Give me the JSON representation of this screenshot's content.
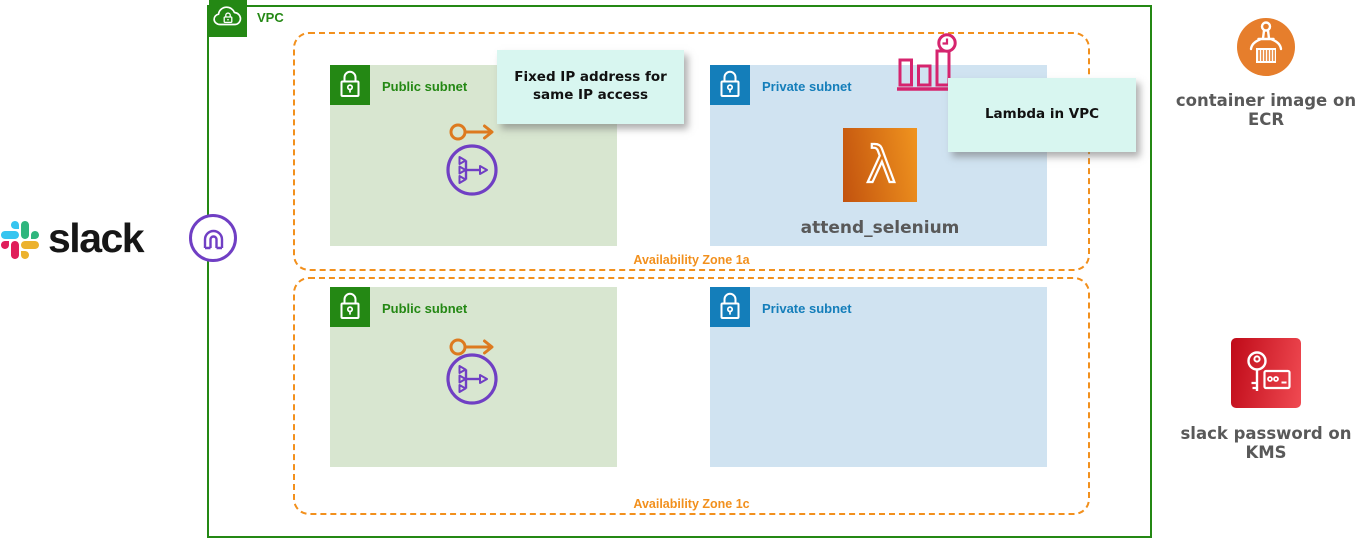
{
  "vpc": {
    "label": "VPC"
  },
  "zones": {
    "az1": "Availability Zone 1a",
    "az2": "Availability Zone 1c"
  },
  "subnets": {
    "public": "Public subnet",
    "private": "Private subnet"
  },
  "lambda_fn": {
    "name": "attend_selenium"
  },
  "notes": {
    "fixed_ip": "Fixed IP address for\nsame IP access",
    "lambda_vpc": "Lambda in VPC"
  },
  "external": {
    "slack_wordmark": "slack",
    "ecr_caption": "container image on ECR",
    "kms_caption": "slack password on KMS"
  },
  "icons": {
    "vpc": "cloud-lock-icon",
    "subnet": "lock-icon",
    "elastic_ip": "elastic-ip-icon",
    "nat_gateway": "nat-gateway-icon",
    "internet_gateway": "internet-gateway-icon",
    "lambda": "lambda-icon",
    "scheduler": "eventbridge-scheduler-icon",
    "ecr": "ecr-container-crane-icon",
    "kms": "kms-key-card-icon",
    "slack": "slack-pinwheel-icon"
  },
  "colors": {
    "vpc_green": "#248814",
    "public_subnet_fill": "#D8E6D0",
    "private_subnet_fill": "#D0E3F1",
    "private_blue": "#147EBA",
    "az_orange": "#F2901D",
    "note_cyan": "#D8F6F0",
    "scheduler_pink": "#D6246E",
    "gateway_purple": "#703FC4",
    "elastic_ip_orange": "#DD7A1F",
    "lambda_gradient": [
      "#C2520E",
      "#F0941F"
    ],
    "ecr_orange": "#E67E2C",
    "kms_red_gradient": [
      "#BF0A18",
      "#F04A52"
    ],
    "caption_gray": "#595959"
  }
}
